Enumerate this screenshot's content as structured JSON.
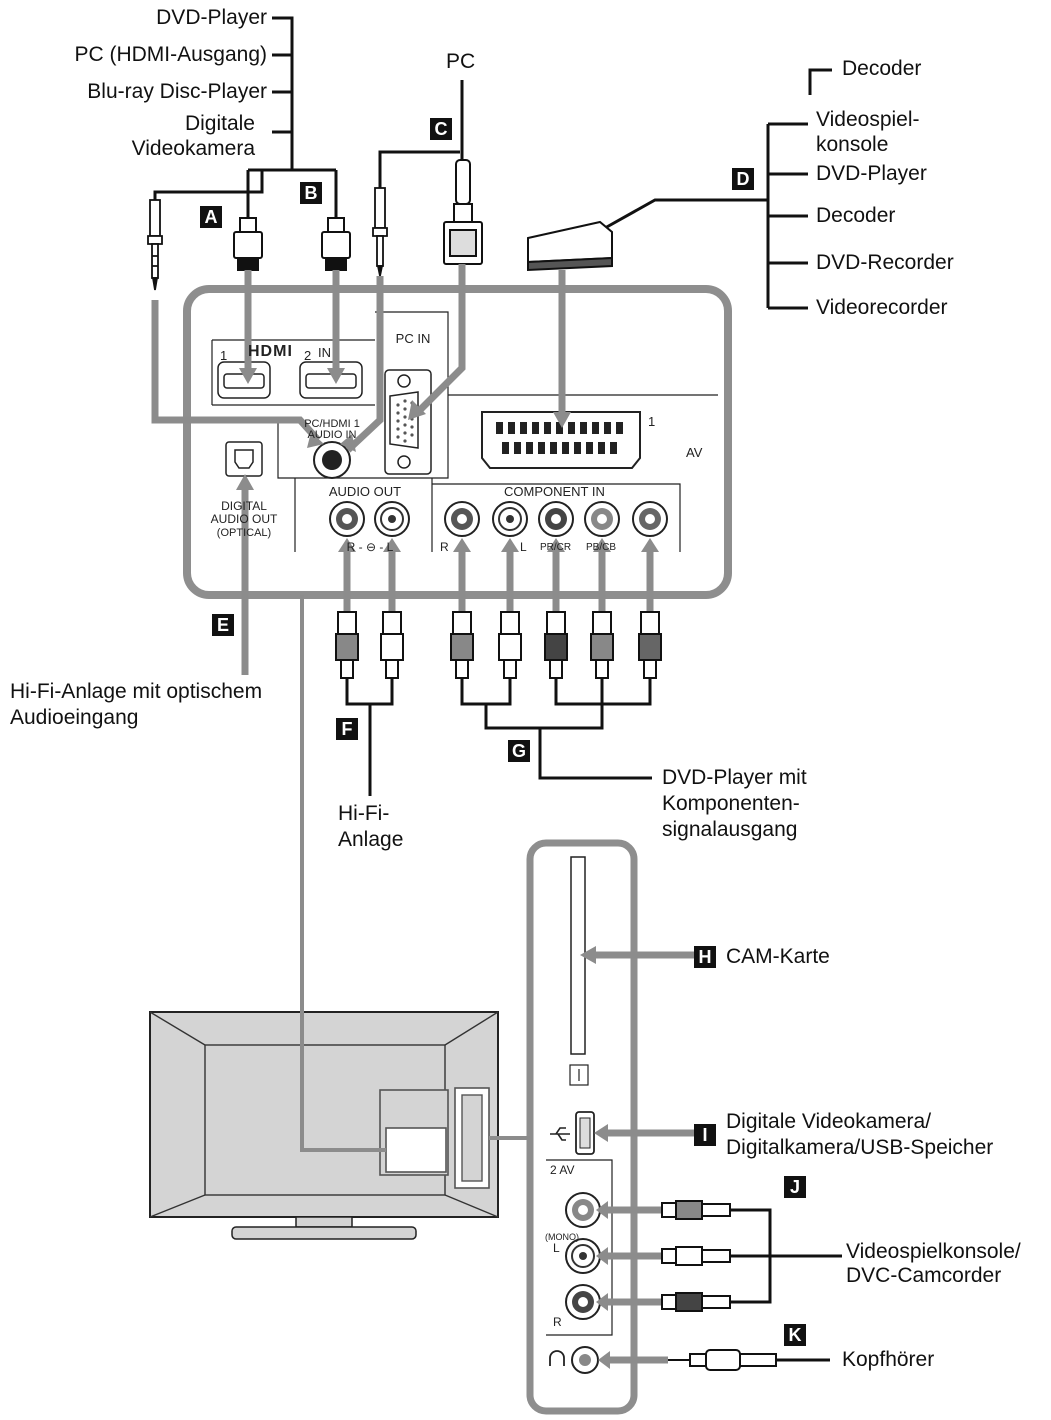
{
  "labels": {
    "dvd_player": "DVD-Player",
    "pc_hdmi": "PC (HDMI-Ausgang)",
    "bluray": "Blu-ray Disc-Player",
    "digital_video_l1": "Digitale",
    "digital_video_l2": "Videokamera",
    "pc": "PC",
    "decoder_top": "Decoder",
    "game_l1": "Videospiel-",
    "game_l2": "konsole",
    "dvd_player_2": "DVD-Player",
    "decoder_2": "Decoder",
    "dvd_recorder": "DVD-Recorder",
    "videorecorder": "Videorecorder",
    "hifi_optical_l1": "Hi-Fi-Anlage mit optischem",
    "hifi_optical_l2": "Audioeingang",
    "hifi_l1": "Hi-Fi-",
    "hifi_l2": "Anlage",
    "dvd_comp_l1": "DVD-Player mit",
    "dvd_comp_l2": "Komponenten-",
    "dvd_comp_l3": "signalausgang",
    "cam_card": "CAM-Karte",
    "usb_l1": "Digitale Videokamera/",
    "usb_l2": "Digitalkamera/USB-Speicher",
    "game_dvc_l1": "Videospielkonsole/",
    "game_dvc_l2": "DVC-Camcorder",
    "headphones": "Kopfhörer"
  },
  "badges": {
    "a": "A",
    "b": "B",
    "c": "C",
    "d": "D",
    "e": "E",
    "f": "F",
    "g": "G",
    "h": "H",
    "i": "I",
    "j": "J",
    "k": "K"
  },
  "panel": {
    "hdmi_logo": "HDMI",
    "hdmi_in": "IN",
    "hdmi_1": "1",
    "hdmi_2": "2",
    "pc_in": "PC IN",
    "pc_hdmi_audio_l1": "PC/HDMI 1",
    "pc_hdmi_audio_l2": "AUDIO IN",
    "scart_num": "1",
    "scart_av": "AV",
    "digital_audio_l1": "DIGITAL",
    "digital_audio_l2": "AUDIO OUT",
    "digital_audio_l3": "(OPTICAL)",
    "audio_out": "AUDIO OUT",
    "audio_out_rl": "R - ⊖ - L",
    "component_in": "COMPONENT IN",
    "comp_r": "R",
    "comp_l": "L",
    "comp_pr": "PR/CR",
    "comp_pb": "PB/CB",
    "side_av": "2  AV",
    "side_mono": "(MONO)",
    "side_l": "L",
    "side_r": "R"
  },
  "colors": {
    "panel_stroke": "#8e8e8e",
    "arrow": "#8c8c8c",
    "cable": "#111111",
    "tv_body": "#d4d4d4",
    "badge_bg": "#111111"
  }
}
